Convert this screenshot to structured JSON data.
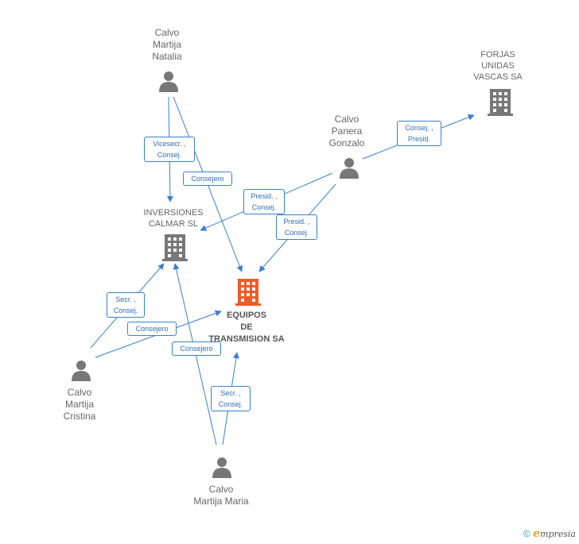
{
  "colors": {
    "edge": "#3a7fd0",
    "person_icon": "#777777",
    "company_icon": "#777777",
    "main_company_icon": "#f05a28",
    "label_text": "#666666"
  },
  "nodes": {
    "natalia": {
      "lines": [
        "Calvo",
        "Martija",
        "Natalia"
      ],
      "icon": "person-icon"
    },
    "gonzalo": {
      "lines": [
        "Calvo",
        "Panera",
        "Gonzalo"
      ],
      "icon": "person-icon"
    },
    "cristina": {
      "lines": [
        "Calvo",
        "Martija",
        "Cristina"
      ],
      "icon": "person-icon"
    },
    "maria": {
      "lines": [
        "Calvo",
        "Martija Maria"
      ],
      "icon": "person-icon"
    },
    "forjas": {
      "lines": [
        "FORJAS",
        "UNIDAS",
        "VASCAS SA"
      ],
      "icon": "building-icon"
    },
    "inversiones": {
      "lines": [
        "INVERSIONES",
        "CALMAR SL"
      ],
      "icon": "building-icon"
    },
    "equipos": {
      "lines": [
        "EQUIPOS",
        "DE",
        "TRANSMISION SA"
      ],
      "icon": "building-icon"
    }
  },
  "edges": [
    {
      "id": "natalia-inversiones",
      "lines": [
        "Vicesecr. ,",
        "Consej."
      ]
    },
    {
      "id": "natalia-equipos",
      "lines": [
        "Consejero"
      ]
    },
    {
      "id": "gonzalo-forjas",
      "lines": [
        "Consej. ,",
        "Presid."
      ]
    },
    {
      "id": "gonzalo-inversiones",
      "lines": [
        "Presid. ,",
        "Consej."
      ]
    },
    {
      "id": "gonzalo-equipos",
      "lines": [
        "Presid. ,",
        "Consej."
      ]
    },
    {
      "id": "cristina-inversiones",
      "lines": [
        "Secr. ,",
        "Consej."
      ]
    },
    {
      "id": "cristina-equipos",
      "lines": [
        "Consejero"
      ]
    },
    {
      "id": "maria-inversiones",
      "lines": [
        "Consejero"
      ]
    },
    {
      "id": "maria-equipos",
      "lines": [
        "Secr. ,",
        "Consej."
      ]
    }
  ],
  "footer": {
    "copyright": "©",
    "brand_initial": "e",
    "brand_rest": "mpresia"
  }
}
